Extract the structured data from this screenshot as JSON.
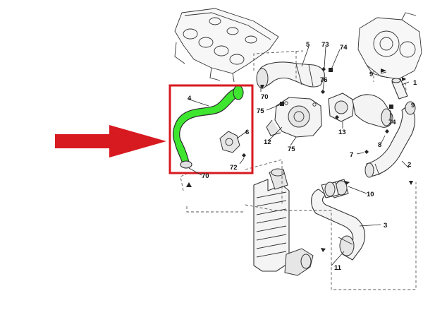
{
  "diagram": {
    "highlight_color": "#d71920",
    "arrow_color": "#d71920",
    "hose_color": "#3ee62f",
    "callouts": {
      "c1": "1",
      "c2": "2",
      "c3": "3",
      "c4": "4",
      "c5": "5",
      "c6": "6",
      "c7": "7",
      "c8": "8",
      "c9a": "9",
      "c9b": "9",
      "c10": "10",
      "c11": "11",
      "c12": "12",
      "c13": "13",
      "c70a": "70",
      "c70b": "70",
      "c72": "72",
      "c73": "73",
      "c74a": "74",
      "c74b": "74",
      "c75a": "75",
      "c75b": "75",
      "c76": "76"
    }
  }
}
